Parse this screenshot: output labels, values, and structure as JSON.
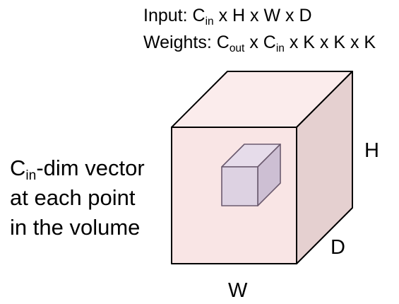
{
  "header": {
    "input": {
      "prefix": "Input: C",
      "sub": "in",
      "suffix": " x H x W x D"
    },
    "weights": {
      "prefix": "Weights: C",
      "sub1": "out",
      "mid": " x C",
      "sub2": "in",
      "suffix": " x K x K x K"
    }
  },
  "side_label": {
    "line1_prefix": "C",
    "line1_sub": "in",
    "line1_suffix": "-dim vector",
    "line2": "at each point",
    "line3": "in the volume"
  },
  "dimensions": {
    "h": "H",
    "d": "D",
    "w": "W"
  },
  "colors": {
    "volume_front": "#f9e5e5",
    "volume_top": "#fbecec",
    "volume_side": "#e5d0d0",
    "kernel_front": "#ddd2e2",
    "kernel_top": "#e6dcea",
    "kernel_side": "#cdbfd3",
    "volume_stroke": "#000000",
    "kernel_stroke": "#6b5a6e"
  }
}
